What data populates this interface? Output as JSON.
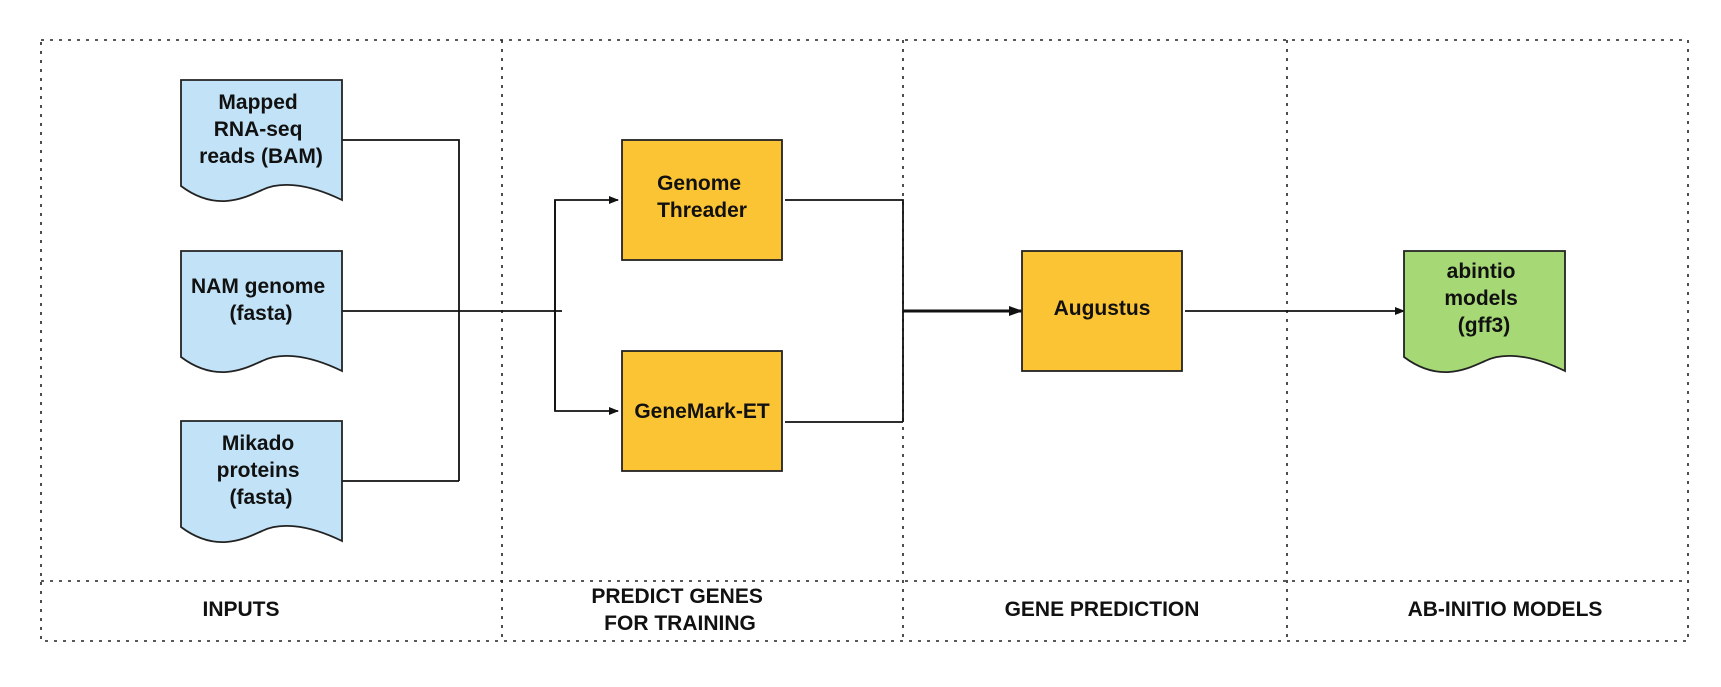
{
  "colors": {
    "input_fill": "#c2e3f7",
    "process_fill": "#fbc435",
    "output_fill": "#a6d875",
    "stroke": "#222222"
  },
  "lanes": [
    {
      "id": "inputs",
      "label": [
        "INPUTS"
      ]
    },
    {
      "id": "training",
      "label": [
        "PREDICT GENES",
        "FOR TRAINING"
      ]
    },
    {
      "id": "prediction",
      "label": [
        "GENE PREDICTION"
      ]
    },
    {
      "id": "abinitio",
      "label": [
        "AB-INITIO MODELS"
      ]
    }
  ],
  "nodes": {
    "bam": {
      "shape": "document",
      "fill": "input_fill",
      "lines": [
        "Mapped",
        "RNA-seq",
        "reads (BAM)"
      ]
    },
    "genome": {
      "shape": "document",
      "fill": "input_fill",
      "lines": [
        "NAM genome",
        "(fasta)"
      ]
    },
    "proteins": {
      "shape": "document",
      "fill": "input_fill",
      "lines": [
        "Mikado",
        "proteins",
        "(fasta)"
      ]
    },
    "genomethreader": {
      "shape": "process",
      "fill": "process_fill",
      "lines": [
        "Genome",
        "Threader"
      ]
    },
    "genemark": {
      "shape": "process",
      "fill": "process_fill",
      "lines": [
        "GeneMark-ET"
      ]
    },
    "augustus": {
      "shape": "process",
      "fill": "process_fill",
      "lines": [
        "Augustus"
      ]
    },
    "abintio": {
      "shape": "document",
      "fill": "output_fill",
      "lines": [
        "abintio",
        "models",
        "(gff3)"
      ]
    }
  },
  "edges": [
    {
      "from": "bam",
      "to": "genomethreader"
    },
    {
      "from": "genome",
      "to": "genomethreader"
    },
    {
      "from": "proteins",
      "to": "genomethreader"
    },
    {
      "from": "bam",
      "to": "genemark"
    },
    {
      "from": "genome",
      "to": "genemark"
    },
    {
      "from": "proteins",
      "to": "genemark"
    },
    {
      "from": "genomethreader",
      "to": "augustus"
    },
    {
      "from": "genemark",
      "to": "augustus"
    },
    {
      "from": "augustus",
      "to": "abintio"
    }
  ]
}
